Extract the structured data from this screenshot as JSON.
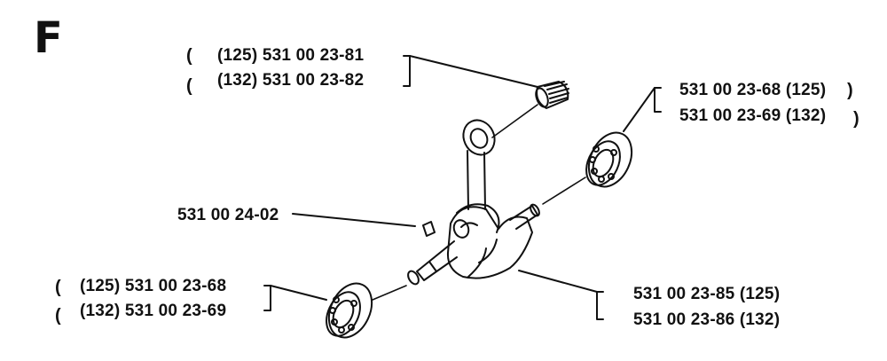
{
  "section_letter": "F",
  "callouts": {
    "needle_bearing": {
      "line1": "(125) 531 00 23-81",
      "line2": "(132) 531 00 23-82",
      "open_paren": "("
    },
    "bearing_right": {
      "line1": "531 00 23-68 (125)",
      "line2": "531 00 23-69 (132)",
      "close_paren": ")"
    },
    "key": {
      "line1": "531 00 24-02"
    },
    "bearing_left": {
      "line1": "(125) 531 00 23-68",
      "line2": "(132) 531 00 23-69",
      "open_paren": "("
    },
    "crankshaft": {
      "line1": "531 00 23-85 (125)",
      "line2": "531 00 23-86 (132)"
    }
  },
  "colors": {
    "ink": "#111111",
    "paper": "#ffffff"
  }
}
